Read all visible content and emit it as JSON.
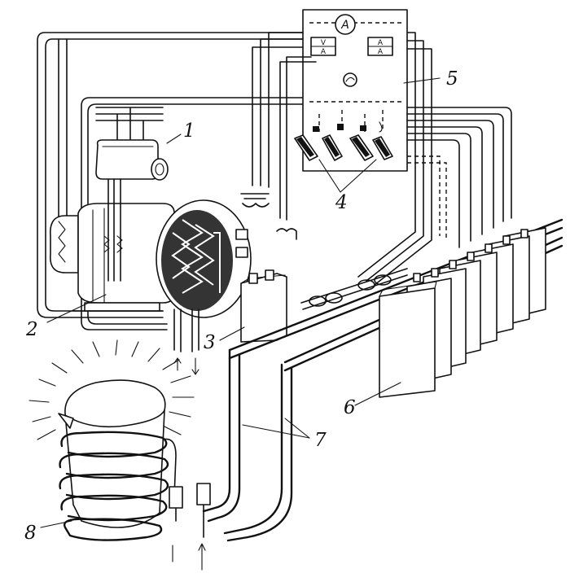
{
  "diagram": {
    "callouts": [
      "1",
      "2",
      "3",
      "4",
      "5",
      "6",
      "7",
      "8"
    ],
    "panel": {
      "ammeter_symbol": "A",
      "relay_left_top": "V",
      "relay_left_bottom": "A",
      "relay_right_top": "A",
      "relay_right_bottom": "A"
    }
  }
}
